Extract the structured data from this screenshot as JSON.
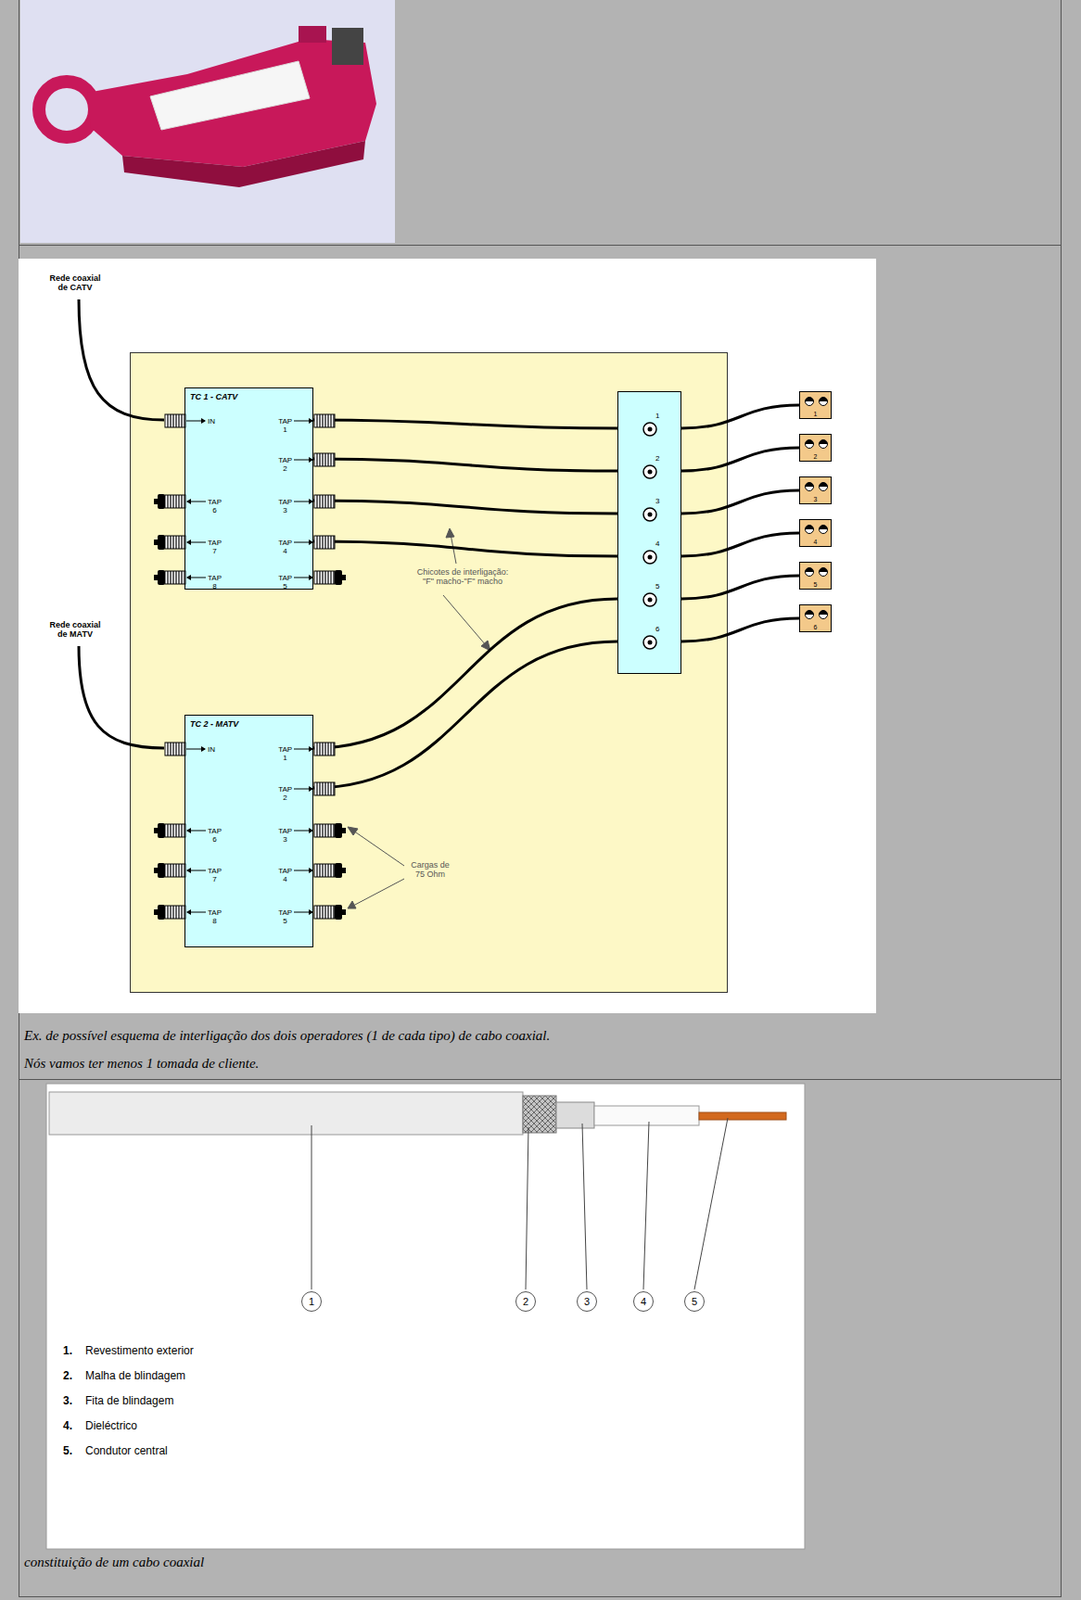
{
  "diagram": {
    "nodes": [
      {
        "text": [
          "TC 1 - CATV",
          "IN",
          "TAP 1",
          "TAP 2",
          "TAP 3",
          "TAP 4",
          "TAP 5",
          "TAP 6",
          "TAP 7",
          "TAP 8"
        ]
      },
      {
        "text": [
          "1",
          "2",
          "3",
          "4",
          "5",
          "6"
        ]
      },
      {
        "text": [
          "1"
        ]
      },
      {
        "text": [
          "2"
        ]
      },
      {
        "text": [
          "3"
        ]
      },
      {
        "text": [
          "4"
        ]
      },
      {
        "text": [
          "5"
        ]
      },
      {
        "text": [
          "6"
        ]
      },
      {
        "text": [
          "TC 2 - MATV",
          "IN",
          "TAP 1",
          "TAP 2",
          "TAP 3",
          "TAP 4",
          "TAP 5",
          "TAP 6",
          "TAP 7",
          "TAP 8"
        ]
      }
    ],
    "edges": [
      {
        "from": 0,
        "to": 1,
        "arrow": "none"
      },
      {
        "from": 0,
        "to": 1,
        "arrow": "none"
      },
      {
        "from": 0,
        "to": 1,
        "arrow": "none"
      },
      {
        "from": 0,
        "to": 1,
        "arrow": "none"
      },
      {
        "from": 8,
        "to": 1,
        "arrow": "none"
      },
      {
        "from": 8,
        "to": 1,
        "arrow": "none"
      },
      {
        "from": 1,
        "to": 2,
        "arrow": "none"
      },
      {
        "from": 1,
        "to": 3,
        "arrow": "none"
      },
      {
        "from": 1,
        "to": 4,
        "arrow": "none"
      },
      {
        "from": 1,
        "to": 5,
        "arrow": "none"
      },
      {
        "from": 1,
        "to": 6,
        "arrow": "none"
      },
      {
        "from": 1,
        "to": 7,
        "arrow": "none"
      }
    ],
    "labels": [
      "Rede coaxial de CATV",
      "Rede coaxial de MATV",
      "Chicotes de interligação: \"F\" macho-\"F\" macho",
      "Cargas de 75 Ohm",
      "Ex. de possível esquema de interligação dos dois operadores (1 de cada tipo) de cabo coaxial.",
      "Nós vamos ter menos 1 tomada de cliente.",
      "1",
      "2",
      "3",
      "4",
      "5",
      "1.",
      "Revestimento exterior",
      "2.",
      "Malha de blindagem",
      "3.",
      "Fita de blindagem",
      "4.",
      "Dieléctrico",
      "5.",
      "Condutor central",
      "constituição de um cabo coaxial"
    ]
  }
}
